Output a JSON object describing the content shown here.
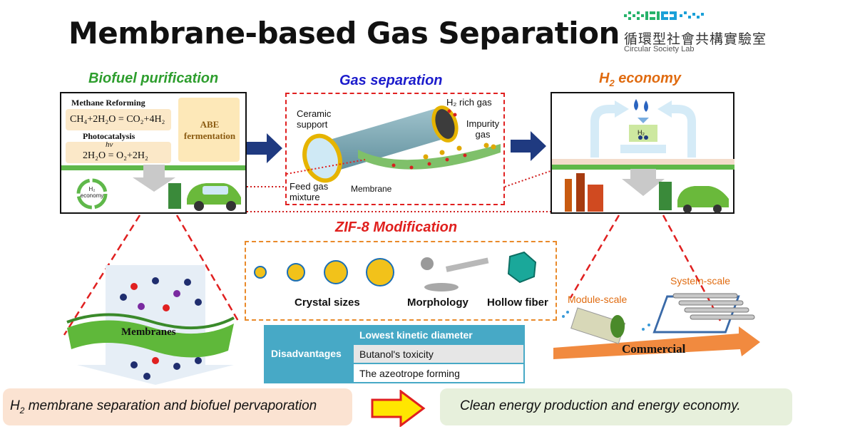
{
  "title": "Membrane-based Gas Separation",
  "logo": {
    "chinese": "循環型社會共構實驗室",
    "english": "Circular Society Lab"
  },
  "sections": {
    "biofuel": "Biofuel purification",
    "gas_separation": "Gas separation",
    "h2_economy_prefix": "H",
    "h2_economy_sub": "2",
    "h2_economy_suffix": " economy",
    "zif8": "ZIF-8 Modification"
  },
  "biofuel_panel": {
    "methane_reforming": "Methane Reforming",
    "reaction1": "CH₄+2H₂O = CO₂+4H₂",
    "photocatalysis": "Photocatalysis",
    "hv": "hv",
    "reaction2": "2H₂O = O₂+2H₂",
    "abe": "ABE fermentation",
    "h2_economy_badge": "H₂ economy"
  },
  "gas_panel": {
    "ceramic_support": "Ceramic support",
    "h2_rich_gas": "H₂ rich gas",
    "impurity_gas": "Impurity gas",
    "feed_gas": "Feed gas mixture",
    "membrane": "Membrane"
  },
  "h2_panel": {
    "h2_label": "H₂"
  },
  "zif_items": {
    "crystal_sizes": "Crystal sizes",
    "morphology": "Morphology",
    "hollow_fiber": "Hollow fiber"
  },
  "membranes_label": "Membranes",
  "disadvantages": {
    "header": "Disadvantages",
    "row1": "Lowest kinetic diameter",
    "row2": "Butanol's toxicity",
    "row3": "The azeotrope forming"
  },
  "scale": {
    "module": "Module-scale",
    "system": "System-scale",
    "commercial": "Commercial"
  },
  "bottom": {
    "left_prefix": "H",
    "left_sub": "2",
    "left_suffix": " membrane separation and biofuel pervaporation",
    "right": "Clean energy production and energy economy."
  },
  "colors": {
    "green": "#2e9e2e",
    "blue": "#1c1ccc",
    "orange": "#e06b10",
    "red": "#e0201e",
    "arrow_navy": "#1f3a80",
    "table_teal": "#47a9c6"
  }
}
